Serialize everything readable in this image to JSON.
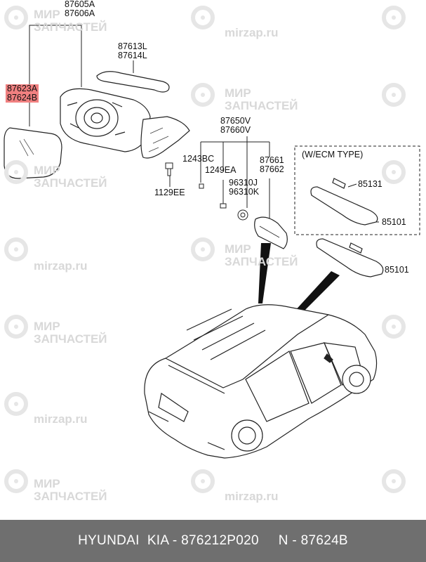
{
  "watermark": {
    "line1": "МИР",
    "line2": "ЗАПЧАСТЕЙ",
    "site": "mirzap.ru"
  },
  "labels": {
    "p87605a": "87605A",
    "p87606a": "87606A",
    "p87613l": "87613L",
    "p87614l": "87614L",
    "p87623a": "87623A",
    "p87624b": "87624B",
    "p87650v": "87650V",
    "p87660v": "87660V",
    "p1243bc": "1243BC",
    "p1249ea": "1249EA",
    "p96310j": "96310J",
    "p96310k": "96310K",
    "p87661": "87661",
    "p87662": "87662",
    "p1129ee": "1129EE",
    "ecm_type": "(W/ECM TYPE)",
    "p85131": "85131",
    "p85101_a": "85101",
    "p85101_b": "85101"
  },
  "highlight_color": "#f08080",
  "footer": {
    "brand": "HYUNDAI  KIA",
    "sep1": " - ",
    "part": "876212P020",
    "gap": "     ",
    "n": "N - 87624B"
  }
}
